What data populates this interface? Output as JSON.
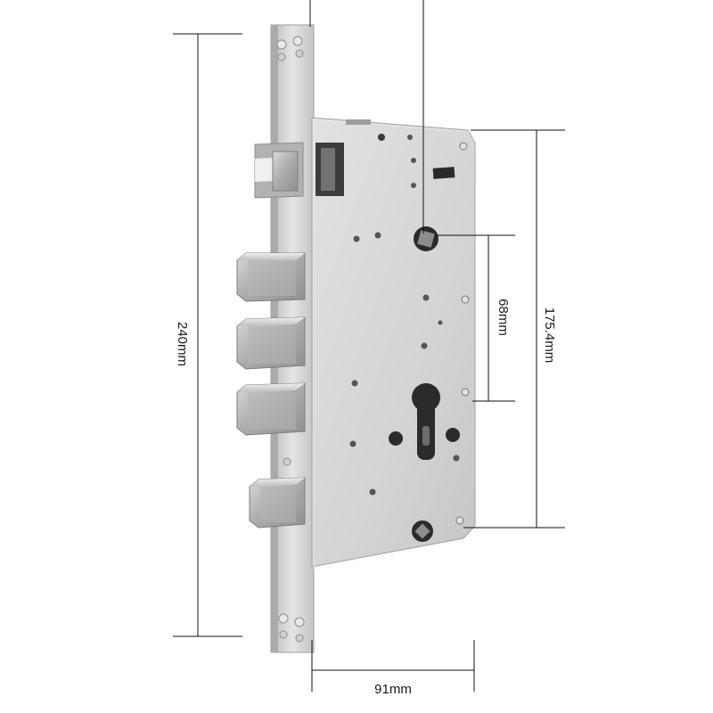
{
  "product": {
    "name": "mortise-lock-body",
    "finish_color": "#c9cbcd",
    "dark_color": "#2a2a2a"
  },
  "dimensions": {
    "total_height_label": "240mm",
    "body_height_label": "175.4mm",
    "center_distance_label": "68mm",
    "body_width_label": "91mm"
  },
  "colors": {
    "dimension_line": "#111111"
  }
}
